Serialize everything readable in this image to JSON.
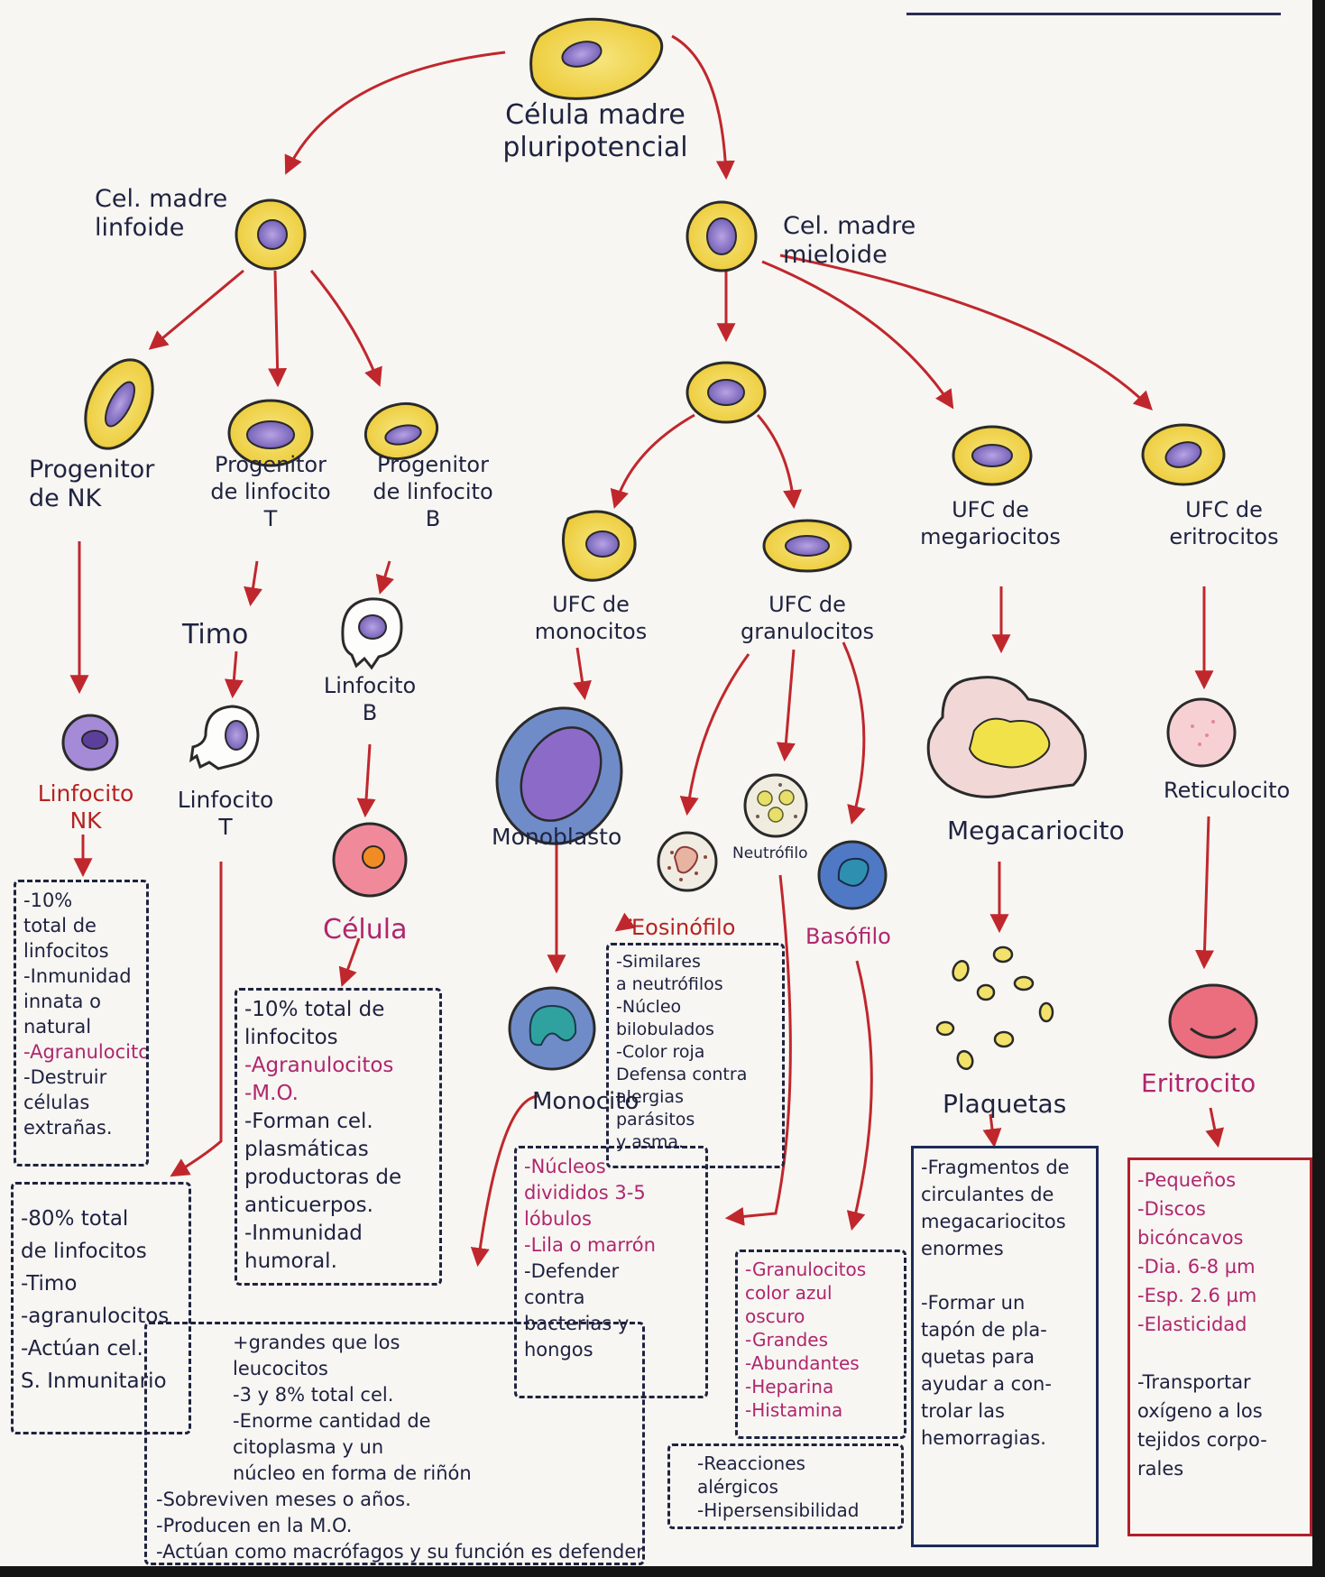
{
  "colors": {
    "arrow": "#c0272d",
    "cell_yellow": "#f2d64a",
    "nucleus_purple": "#8a6fc4",
    "navy": "#1e2a5a",
    "pink_text": "#b0266e",
    "paper": "#f7f6f2"
  },
  "labels": {
    "stem": "Célula madre\npluripotencial",
    "lymphoid": "Cel. madre\nlinfoide",
    "myeloid": "Cel. madre\nmieloide",
    "prog_nk": "Progenitor\nde NK",
    "prog_t": "Progenitor\nde linfocito\nT",
    "prog_b": "Progenitor\nde linfocito\nB",
    "ufc_mono": "UFC de\nmonocitos",
    "ufc_gran": "UFC de\ngranulocitos",
    "ufc_mega": "UFC de\nmegariocitos",
    "ufc_eri": "UFC de\neritrocitos",
    "timo": "Timo",
    "linf_b": "Linfocito\nB",
    "linf_nk": "Linfocito\nNK",
    "linf_t": "Linfocito\nT",
    "celula": "Célula",
    "monoblasto": "Monoblasto",
    "neutrofilo": "Neutrófilo",
    "eosinofilo": "Eosinófilo",
    "basofilo": "Basófilo",
    "megacariocito": "Megacariocito",
    "reticulocito": "Reticulocito",
    "monocito": "Monocito",
    "plaquetas": "Plaquetas",
    "eritrocito": "Eritrocito"
  },
  "boxes": {
    "nk": [
      "-10%",
      "total de",
      "linfocitos",
      "-Inmunidad",
      "innata o",
      "natural",
      "-Agranulocito",
      "-Destruir",
      "células",
      "extrañas."
    ],
    "t": [
      "-80% total",
      "de linfocitos",
      "-Timo",
      "-agranulocitos",
      "-Actúan cel.",
      "S. Inmunitario"
    ],
    "b": [
      "-10% total de",
      "linfocitos",
      "-Agranulocitos",
      "-M.O.",
      "-Forman cel.",
      "plasmáticas",
      "productoras de",
      "anticuerpos.",
      "-Inmunidad",
      "humoral."
    ],
    "eos": [
      "-Similares",
      "a neutrófilos",
      "-Núcleo",
      "bilobulados",
      "-Color roja",
      "Defensa contra",
      "alergias",
      "parásitos",
      "y asma."
    ],
    "neu": [
      "-Núcleos",
      "divididos 3-5",
      "lóbulos",
      "-Lila o marrón",
      "-Defender",
      "contra",
      "bacterias y",
      "hongos"
    ],
    "bas": [
      "-Granulocitos",
      "color azul",
      "oscuro",
      "-Grandes",
      "-Abundantes",
      "-Heparina",
      "-Histamina"
    ],
    "bas2": [
      "-Reacciones",
      "alérgicos",
      "-Hipersensibilidad"
    ],
    "mono": [
      "+grandes que los",
      "leucocitos",
      "-3 y 8% total cel.",
      "-Enorme cantidad de",
      "citoplasma y un",
      "núcleo en forma de riñón",
      "-Sobreviven meses o años.",
      "-Producen en la M.O.",
      "-Actúan como macrófagos y su función es defender"
    ],
    "plaq": [
      "-Fragmentos de",
      "circulantes de",
      "megacariocitos",
      "enormes",
      "",
      "-Formar un",
      "tapón de pla-",
      "quetas para",
      "ayudar a con-",
      "trolar las",
      "hemorragias."
    ],
    "eri": [
      "-Pequeños",
      "-Discos",
      "bicóncavos",
      "-Dia. 6-8 µm",
      "-Esp. 2.6 µm",
      "-Elasticidad",
      "",
      "-Transportar",
      "oxígeno a los",
      "tejidos corpo-",
      "rales"
    ]
  }
}
